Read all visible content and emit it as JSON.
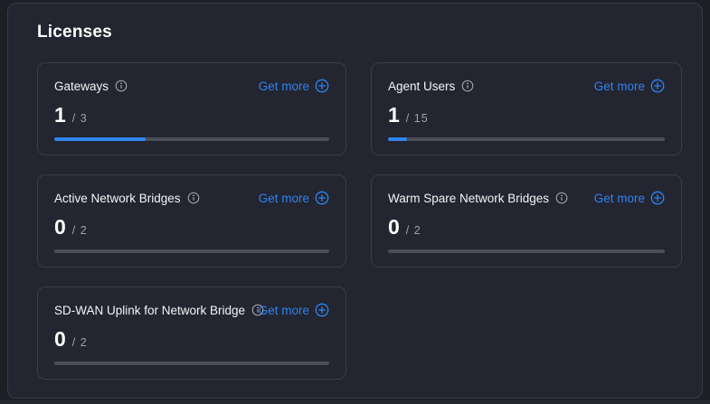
{
  "panel": {
    "title": "Licenses"
  },
  "actions": {
    "get_more_label": "Get more"
  },
  "colors": {
    "accent_blue": "#3183f0",
    "panel_background": "#232530",
    "page_background": "#1d1f27",
    "card_border": "#3a3d48",
    "progress_track": "#4b4e57",
    "progress_fill": "#2f86f0",
    "secondary_text": "#a0a3ac"
  },
  "cards": [
    {
      "label": "Gateways",
      "used": "1",
      "separator": "/",
      "total": "3",
      "progress_percent": 33.3
    },
    {
      "label": "Agent Users",
      "used": "1",
      "separator": "/",
      "total": "15",
      "progress_percent": 6.7
    },
    {
      "label": "Active Network Bridges",
      "used": "0",
      "separator": "/",
      "total": "2",
      "progress_percent": 0
    },
    {
      "label": "Warm Spare Network Bridges",
      "used": "0",
      "separator": "/",
      "total": "2",
      "progress_percent": 0
    },
    {
      "label": "SD-WAN Uplink for Network Bridge",
      "used": "0",
      "separator": "/",
      "total": "2",
      "progress_percent": 0
    }
  ]
}
